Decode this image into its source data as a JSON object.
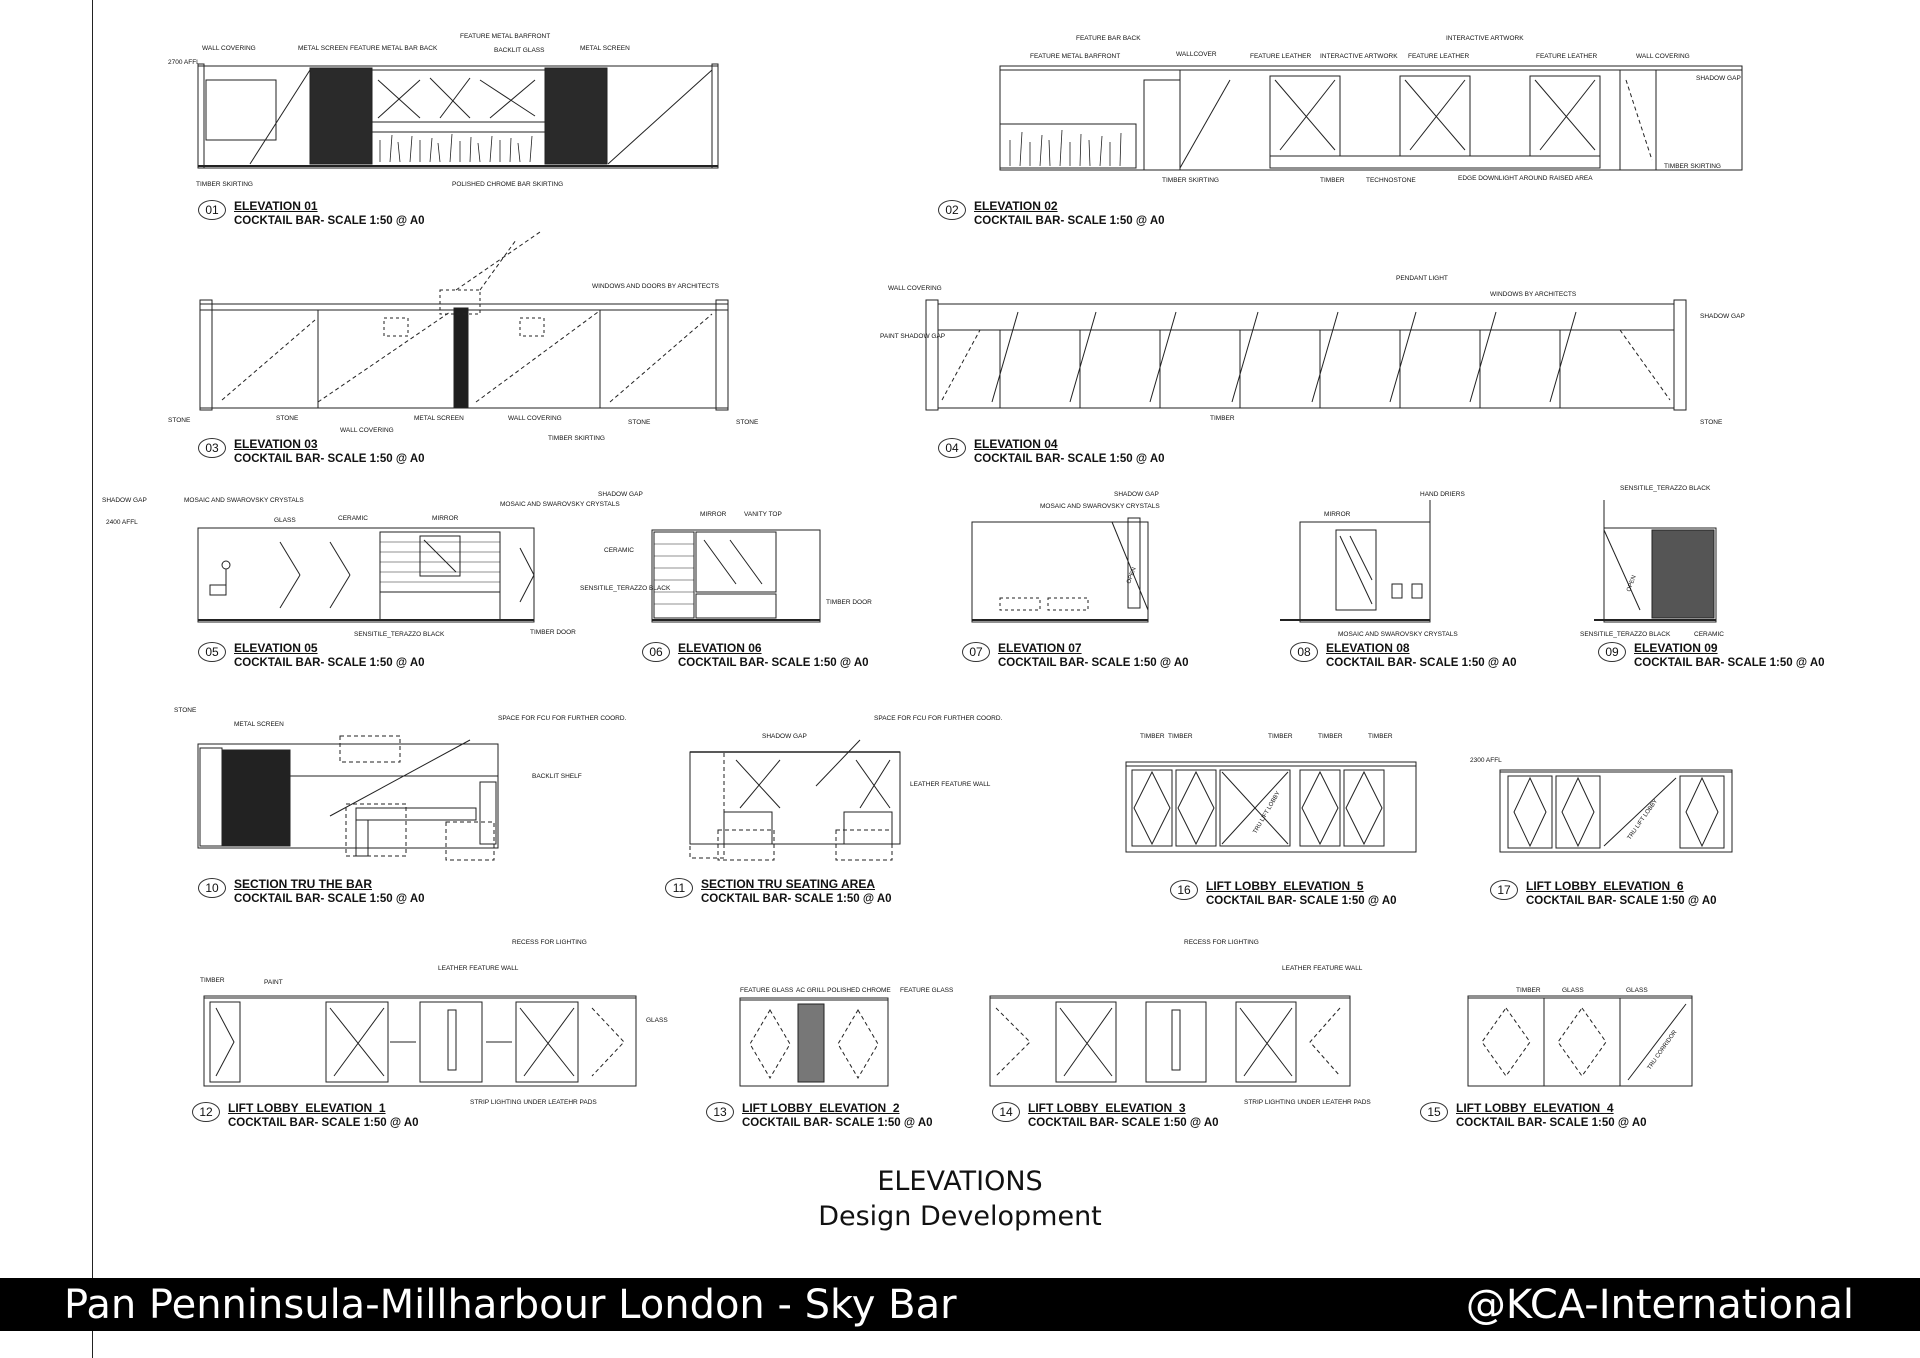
{
  "sheet": {
    "title": "ELEVATIONS",
    "subtitle": "Design Development"
  },
  "footer": {
    "project": "Pan Penninsula-Millharbour London - Sky Bar",
    "brand": "@KCA-International"
  },
  "drawings": [
    {
      "num": "01",
      "title": "ELEVATION 01",
      "sub": "COCKTAIL BAR- SCALE 1:50 @ A0"
    },
    {
      "num": "02",
      "title": "ELEVATION 02",
      "sub": "COCKTAIL BAR- SCALE 1:50 @ A0"
    },
    {
      "num": "03",
      "title": "ELEVATION 03",
      "sub": "COCKTAIL BAR- SCALE 1:50 @ A0"
    },
    {
      "num": "04",
      "title": "ELEVATION 04",
      "sub": "COCKTAIL BAR- SCALE 1:50 @ A0"
    },
    {
      "num": "05",
      "title": "ELEVATION 05",
      "sub": "COCKTAIL BAR- SCALE 1:50 @ A0"
    },
    {
      "num": "06",
      "title": "ELEVATION 06",
      "sub": "COCKTAIL BAR- SCALE 1:50 @ A0"
    },
    {
      "num": "07",
      "title": "ELEVATION 07",
      "sub": "COCKTAIL BAR- SCALE 1:50 @ A0"
    },
    {
      "num": "08",
      "title": "ELEVATION 08",
      "sub": "COCKTAIL BAR- SCALE 1:50 @ A0"
    },
    {
      "num": "09",
      "title": "ELEVATION 09",
      "sub": "COCKTAIL BAR- SCALE 1:50 @ A0"
    },
    {
      "num": "10",
      "title": "SECTION TRU THE BAR",
      "sub": "COCKTAIL BAR- SCALE 1:50 @ A0"
    },
    {
      "num": "11",
      "title": "SECTION TRU SEATING AREA",
      "sub": "COCKTAIL BAR- SCALE 1:50 @ A0"
    },
    {
      "num": "16",
      "title": "LIFT LOBBY_ELEVATION_5",
      "sub": "COCKTAIL BAR- SCALE 1:50 @ A0"
    },
    {
      "num": "17",
      "title": "LIFT LOBBY_ELEVATION_6",
      "sub": "COCKTAIL BAR- SCALE 1:50 @ A0"
    },
    {
      "num": "12",
      "title": "LIFT LOBBY_ELEVATION_1",
      "sub": "COCKTAIL BAR- SCALE 1:50 @ A0"
    },
    {
      "num": "13",
      "title": "LIFT LOBBY_ELEVATION_2",
      "sub": "COCKTAIL BAR- SCALE 1:50 @ A0"
    },
    {
      "num": "14",
      "title": "LIFT LOBBY_ELEVATION_3",
      "sub": "COCKTAIL BAR- SCALE 1:50 @ A0"
    },
    {
      "num": "15",
      "title": "LIFT LOBBY_ELEVATION_4",
      "sub": "COCKTAIL BAR- SCALE 1:50 @ A0"
    }
  ],
  "annotations": {
    "wall_covering": "WALL COVERING",
    "metal_screen": "METAL SCREEN",
    "feature_metal_bar_back": "FEATURE METAL BAR BACK",
    "feature_metal_barfront": "FEATURE METAL BARFRONT",
    "backlit_glass": "BACKLIT GLASS",
    "timber_skirting": "TIMBER SKIRTING",
    "polished_chrome": "POLISHED CHROME BAR SKIRTING",
    "feature_bar_back": "FEATURE BAR BACK",
    "wallcover": "WALLCOVER",
    "feature_leather": "FEATURE LEATHER",
    "interactive_artwork": "INTERACTIVE ARTWORK",
    "timber": "TIMBER",
    "technostone": "TECHNOSTONE",
    "edge_downlight": "EDGE DOWNLIGHT AROUND RAISED AREA",
    "shadow_gap": "SHADOW GAP",
    "windows_doors": "WINDOWS AND DOORS BY ARCHITECTS",
    "stone": "STONE",
    "pendant_light": "PENDANT LIGHT",
    "windows_by_architects": "WINDOWS BY ARCHITECTS",
    "paint_shadow_gap": "PAINT SHADOW GAP",
    "mosaic": "MOSAIC AND SWAROVSKY CRYSTALS",
    "glass": "GLASS",
    "ceramic": "CERAMIC",
    "mirror": "MIRROR",
    "vanity_top": "VANITY TOP",
    "sensitile": "SENSITILE_TERAZZO BLACK",
    "timber_door": "TIMBER DOOR",
    "hand_driers": "HAND DRIERS",
    "open": "OPEN",
    "backlit_shelf": "BACKLIT SHELF",
    "space_fcu": "SPACE FOR FCU FOR FURTHER COORD.",
    "leather_feature_wall": "LEATHER FEATURE WALL",
    "recess_lighting": "RECESS FOR LIGHTING",
    "feature_glass": "FEATURE GLASS",
    "ac_grill": "AC GRILL POLISHED CHROME",
    "strip_lighting": "STRIP LIGHTING UNDER LEATEHR PADS",
    "tru_lift_lobby": "TRU LIFT LOBBY",
    "tru_corridor": "TRU CORRIDOR",
    "affl_2700": "2700 AFFL",
    "affl_2400": "2400 AFFL",
    "affl_2300": "2300 AFFL"
  }
}
